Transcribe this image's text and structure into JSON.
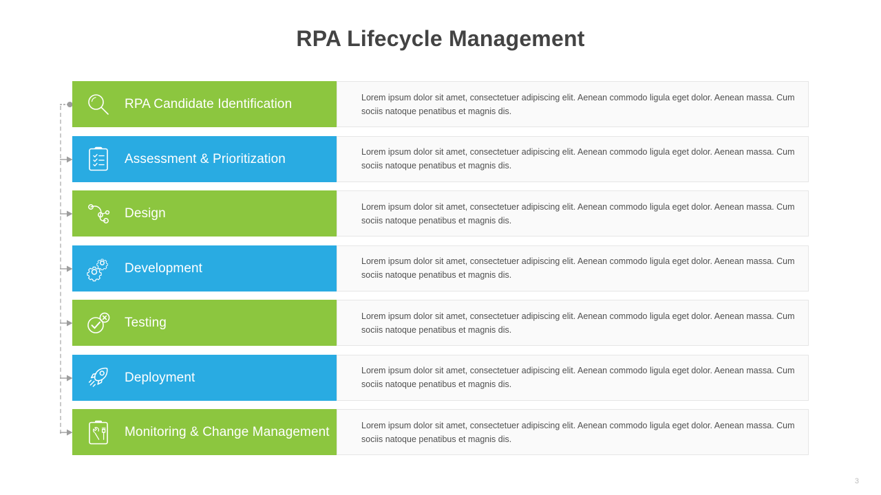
{
  "slide": {
    "title": "RPA Lifecycle Management",
    "page_number": "3",
    "colors": {
      "green": "#8CC63F",
      "blue": "#29ABE2",
      "title_text": "#434343",
      "band_text": "#FFFFFF",
      "desc_text": "#4F4F4F",
      "desc_panel_bg": "#FAFAFA",
      "desc_panel_border": "#E6E6E6",
      "connector": "#9E9E9E",
      "rail_dash": "#C9C9C9"
    }
  },
  "rows": [
    {
      "label": "RPA Candidate Identification",
      "icon": "magnifier-icon",
      "color": "green",
      "connector": "dot",
      "description": "Lorem ipsum dolor sit amet, consectetuer adipiscing elit. Aenean commodo  ligula eget dolor. Aenean massa. Cum sociis natoque penatibus et magnis dis."
    },
    {
      "label": "Assessment & Prioritization",
      "icon": "clipboard-checklist-icon",
      "color": "blue",
      "connector": "arrow",
      "description": "Lorem ipsum dolor sit amet, consectetuer adipiscing elit. Aenean commodo  ligula eget dolor. Aenean massa. Cum sociis natoque penatibus et magnis dis."
    },
    {
      "label": "Design",
      "icon": "bezier-path-icon",
      "color": "green",
      "connector": "arrow",
      "description": "Lorem ipsum dolor sit amet, consectetuer adipiscing elit. Aenean commodo  ligula eget dolor. Aenean massa. Cum sociis natoque penatibus et magnis dis."
    },
    {
      "label": "Development",
      "icon": "gears-icon",
      "color": "blue",
      "connector": "arrow",
      "description": "Lorem ipsum dolor sit amet, consectetuer adipiscing elit. Aenean commodo  ligula eget dolor. Aenean massa. Cum sociis natoque penatibus et magnis dis."
    },
    {
      "label": "Testing",
      "icon": "check-and-cross-circles-icon",
      "color": "green",
      "connector": "arrow",
      "description": "Lorem ipsum dolor sit amet, consectetuer adipiscing elit. Aenean commodo  ligula eget dolor. Aenean massa. Cum sociis natoque penatibus et magnis dis."
    },
    {
      "label": "Deployment",
      "icon": "rocket-icon",
      "color": "blue",
      "connector": "arrow",
      "description": "Lorem ipsum dolor sit amet, consectetuer adipiscing elit. Aenean commodo  ligula eget dolor. Aenean massa. Cum sociis natoque penatibus et magnis dis."
    },
    {
      "label": "Monitoring & Change Management",
      "icon": "clipboard-tools-icon",
      "color": "green",
      "connector": "arrow",
      "description": "Lorem ipsum dolor sit amet, consectetuer adipiscing elit. Aenean commodo  ligula eget dolor. Aenean massa. Cum sociis natoque penatibus et magnis dis."
    }
  ]
}
